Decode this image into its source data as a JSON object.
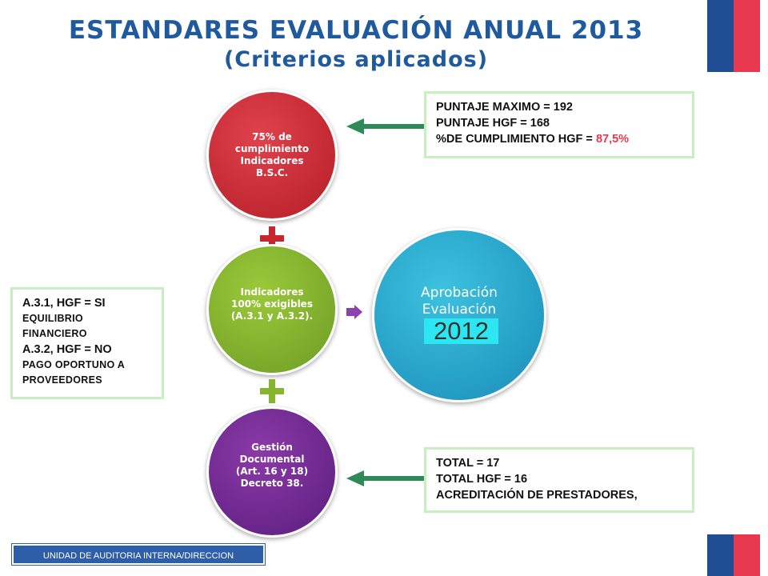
{
  "title": {
    "line1": "ESTANDARES EVALUACIÓN ANUAL 2013",
    "line2": "(Criterios aplicados)"
  },
  "circles": {
    "top": "75% de cumplimiento Indicadores B.S.C.",
    "middle": "Indicadores 100% exigibles (A.3.1 y A.3.2).",
    "bottom": "Gestión Documental (Art. 16 y 18) Decreto 38.",
    "result_label": "Aprobación Evaluación",
    "result_year": "2012"
  },
  "box_top": {
    "line1": "PUNTAJE MAXIMO = 192",
    "line2": "PUNTAJE HGF = 168",
    "line3_prefix": "%DE CUMPLIMIENTO HGF = ",
    "line3_value": "87,5%"
  },
  "box_left": {
    "line1": "A.3.1, HGF = SI",
    "line2": "EQUILIBRIO",
    "line3": "FINANCIERO",
    "line4": "A.3.2, HGF = NO",
    "line5": "PAGO OPORTUNO A",
    "line6": "PROVEEDORES"
  },
  "box_bottom": {
    "line1": "TOTAL = 17",
    "line2": "TOTAL HGF = 16",
    "line3": "ACREDITACIÓN DE PRESTADORES,"
  },
  "footer": "UNIDAD DE AUDITORIA INTERNA/DIRECCION",
  "colors": {
    "title": "#1f5a9e",
    "red_circle": "#c8262f",
    "green_circle": "#86b52f",
    "purple_circle": "#6d2a8f",
    "teal_circle": "#2aa6cf",
    "year_highlight": "#2ce7f2",
    "arrow": "#2e8b57",
    "box_border": "#c7efc0",
    "percent_highlight": "#e8384f",
    "flag_blue": "#1f4e95",
    "flag_red": "#e8384f"
  }
}
